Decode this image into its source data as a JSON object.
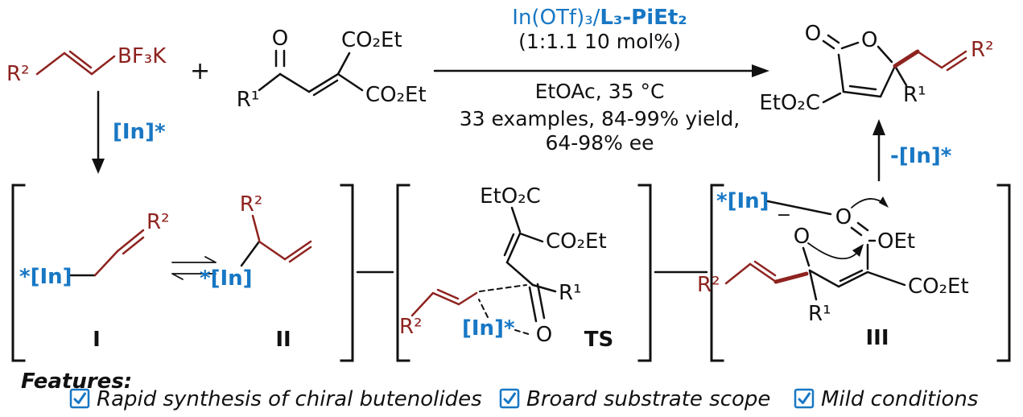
{
  "colors": {
    "accent_blue": "#1777c4",
    "dark_red": "#8e231f",
    "ink": "#111111"
  },
  "scheme": {
    "allyl_reagent": {
      "r2": "R²",
      "bf3k": "BF₃K"
    },
    "plus": "+",
    "enone_reagent": {
      "carbonyl_o": "O",
      "ester_top": "CO₂Et",
      "r1": "R¹",
      "ester_bottom": "CO₂Et"
    },
    "conditions": {
      "catalyst_regular": "In(OTf)₃/",
      "catalyst_bold": "L₃-PiEt₂",
      "loading": "(1:1.1 10 mol%)",
      "solvent_temp": "EtOAc, 35 °C",
      "results_line1": "33 examples, 84-99% yield,",
      "results_line2": "64-98% ee"
    },
    "product": {
      "ester": "EtO₂C",
      "carbonyl_o": "O",
      "ring_o": "O",
      "r1": "R¹",
      "r2": "R²"
    },
    "to_mechanism_label": "[In]*",
    "from_mechanism_label": "-[In]*"
  },
  "mechanism": {
    "species_i": {
      "metal": "*[In]",
      "r2": "R²",
      "label": "I"
    },
    "species_ii": {
      "metal": "*[In]",
      "r2": "R²",
      "label": "II"
    },
    "transition_state": {
      "ester_top": "EtO₂C",
      "ester_right": "CO₂Et",
      "r1": "R¹",
      "metal": "[In]*",
      "o": "O",
      "r2": "R²",
      "label": "TS"
    },
    "species_iii": {
      "metal": "*[In]",
      "minus": "−",
      "alkoxide_o": "O",
      "carbonyl_o": "O",
      "oet": "OEt",
      "ester": "CO₂Et",
      "r1": "R¹",
      "r2": "R²",
      "label": "III"
    }
  },
  "features": {
    "heading": "Features:",
    "items": [
      {
        "label": "Rapid synthesis of chiral butenolides"
      },
      {
        "label": "Broard substrate scope"
      },
      {
        "label": "Mild conditions"
      }
    ]
  }
}
